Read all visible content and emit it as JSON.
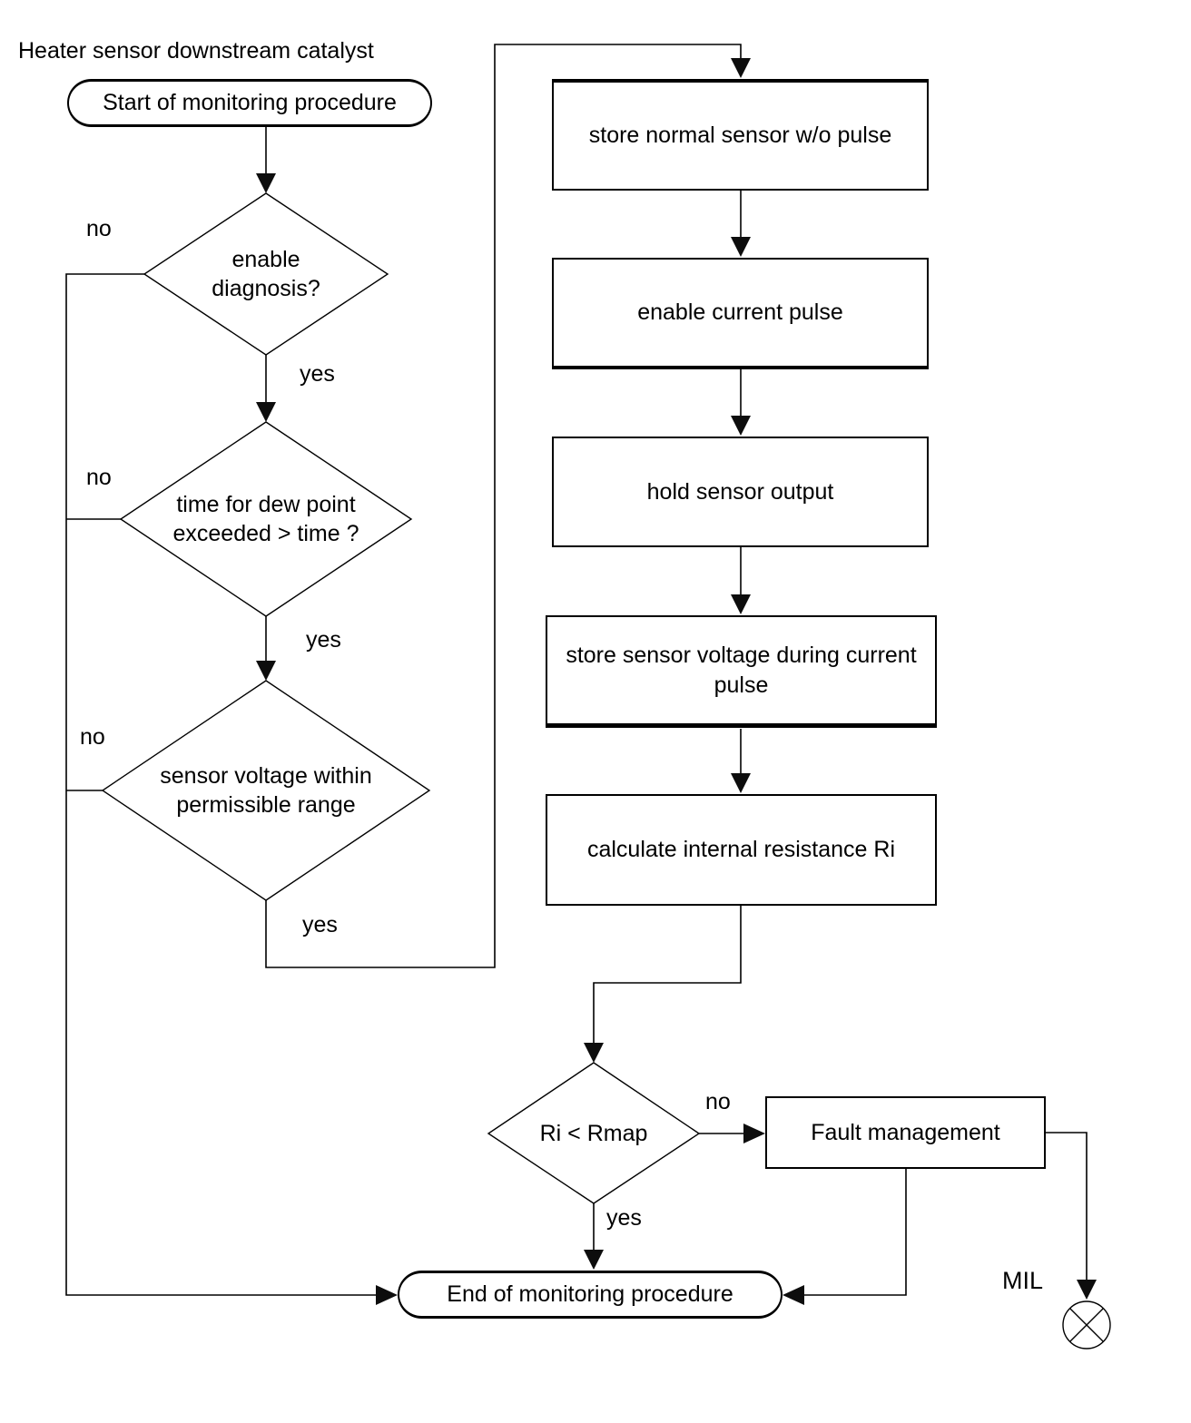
{
  "title": "Heater sensor downstream catalyst",
  "nodes": {
    "start": {
      "label": "Start of monitoring procedure",
      "type": "terminator"
    },
    "enable_diagnosis": {
      "label": "enable diagnosis?",
      "type": "decision"
    },
    "dew_point": {
      "label": "time for dew point exceeded > time ?",
      "type": "decision"
    },
    "sensor_voltage": {
      "label": "sensor voltage within permissible range",
      "type": "decision"
    },
    "store_normal": {
      "label": "store normal sensor w/o pulse",
      "type": "process"
    },
    "enable_pulse": {
      "label": "enable current pulse",
      "type": "process"
    },
    "hold_output": {
      "label": "hold sensor output",
      "type": "process"
    },
    "store_voltage": {
      "label": "store sensor voltage during current pulse",
      "type": "process"
    },
    "calc_ri": {
      "label": "calculate internal resistance Ri",
      "type": "process"
    },
    "ri_rmap": {
      "label": "Ri < Rmap",
      "type": "decision"
    },
    "fault": {
      "label": "Fault management",
      "type": "process"
    },
    "end": {
      "label": "End of monitoring procedure",
      "type": "terminator"
    },
    "mil": {
      "label": "MIL",
      "type": "indicator"
    }
  },
  "edge_labels": {
    "enable_diagnosis_no": "no",
    "enable_diagnosis_yes": "yes",
    "dew_point_no": "no",
    "dew_point_yes": "yes",
    "sensor_voltage_no": "no",
    "sensor_voltage_yes": "yes",
    "ri_rmap_no": "no",
    "ri_rmap_yes": "yes"
  },
  "colors": {
    "line": "#000000",
    "background": "#ffffff"
  }
}
